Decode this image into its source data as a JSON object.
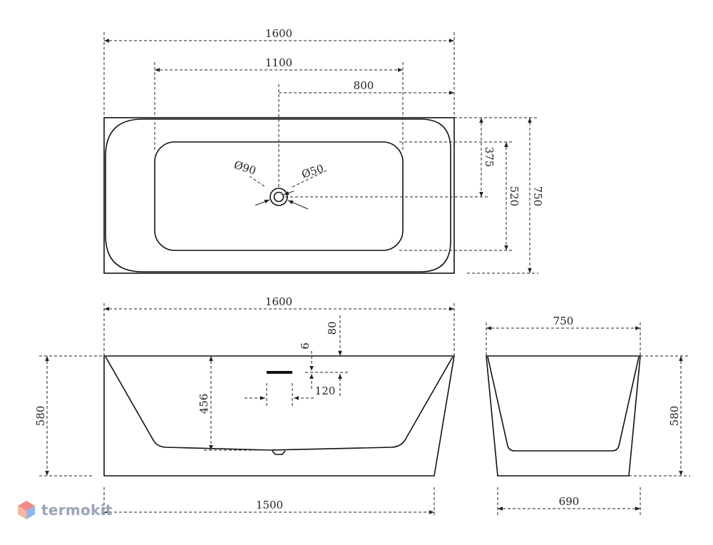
{
  "dimensions": {
    "top_total_length": "1600",
    "inner_length": "1100",
    "drain_offset": "800",
    "drain_from_edge": "375",
    "inner_width": "520",
    "total_width": "750",
    "drain_diameter_outer": "Ø90",
    "drain_diameter_inner": "Ø50",
    "front_total_length": "1600",
    "overflow_height": "80",
    "overflow_gap": "6",
    "overflow_width": "120",
    "inner_depth": "456",
    "front_height": "580",
    "base_length": "1500",
    "side_total_width": "750",
    "side_height": "580",
    "side_base_width": "690"
  },
  "watermark": {
    "text": "termokit",
    "icon": "hexagon-cube-icon",
    "color": "#9aa4b4"
  }
}
